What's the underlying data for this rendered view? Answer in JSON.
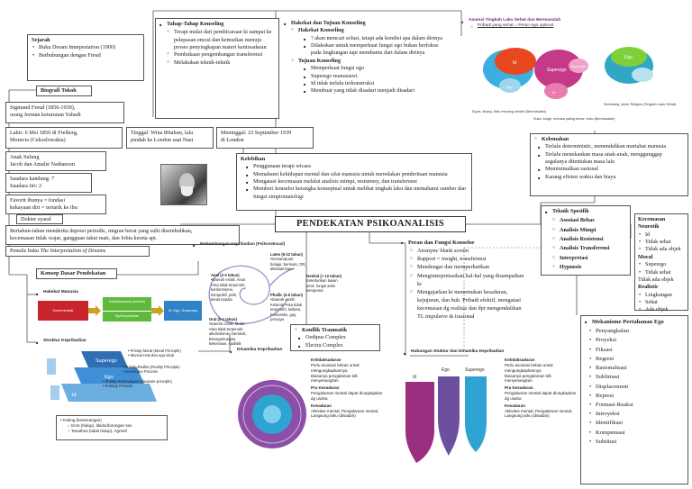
{
  "sejarah": {
    "title": "Sejarah",
    "items": [
      "Buku Dream Interpretation (1900)",
      "Berhubungan dengan Freud"
    ]
  },
  "biografi": {
    "title": "Biografi Tokoh"
  },
  "sigmund": {
    "line1": "Sigmund Freud (1856-1939),",
    "line2": "orang Jerman keturunan Yahudi"
  },
  "lahir": {
    "line1": "Lahir: 6 Mei 1856 di Freiberg,",
    "line2": "Moravia (Cekoslowakia)"
  },
  "tinggal": {
    "line1": "Tinggal: Wina 80tahun, lalu",
    "line2": "pindah ke London saat Nazi"
  },
  "meninggal": {
    "line1": "Meninggal: 23 September 1939",
    "line2": "di London"
  },
  "anak_sulung": {
    "line1": "Anak Sulung",
    "line2": "Jacob dan Amalie Nathanson"
  },
  "saudara": {
    "line1": "Saudara kandung: 7",
    "line2": "Saudara tiri: 2"
  },
  "favorit": {
    "line1": "Favorit ibunya = fondasi",
    "line2": "kekayaan diri = tertarik ke ibu"
  },
  "dokter": "Dokter syaraf",
  "bertahun": {
    "line1": "Bertahun-tahun menderita depresi periodic, migran berat yang sulit disembuhkan,",
    "line2": "kecemasan tidak wajar, gangguan takut mati, dan fobia kereta api."
  },
  "penulis": {
    "prefix": "Penulis buku ",
    "book": "The Interpretation of Dreams"
  },
  "tahap": {
    "title": "Tahap-Tahap Konseling",
    "items": [
      "Terapi mulai dari pembicaraan ki sampai ke pelepasan emosi dan kemudian menuju proses penyingkapan materi kenirsadaran",
      "Pembukaan pengembangan transferensi",
      "Melakukan teknik-teknik"
    ]
  },
  "hakekat": {
    "title": "Hakekat dan Tujuan Konseling",
    "sub1": "Hakekat Konseling",
    "sub1_items": [
      "? akan  mencari solusi, tetapi ada kondisi apa dalam dirinya",
      "Dilakukan untuk memperkuat fungsi ego bukan berfokus pada lingkungan tapi membantu dari dalam dirinya"
    ],
    "sub2": "Tujuan Konseling",
    "sub2_items": [
      "Memperkuat fungsi ego",
      "Superego manusiawi",
      "Id tidak terlalu terkonstruksi",
      "Membuat yang tidak disadari menjadi disadari"
    ]
  },
  "asumsi": {
    "title": "Asumsi Tingkah Laku Sehat dan Bermasalah",
    "sub": "Pribadi yang sehat = Peran ego optimal",
    "labels": {
      "id": "Id",
      "superego": "Superego",
      "ego": "Ego",
      "ego_small": "Ego",
      "superego_small": "Super-ego",
      "id_small": "Id",
      "cap1": "Egois, Bossy, Mau menang sendiri (Bermasalah)",
      "cap2": "Suka Judge, merasa paling benar, kaku (Bermasalah)",
      "cap3": "Seimbang, Ideal, Religius (Tingkah Laku Sehat)"
    }
  },
  "kelemahan": {
    "title": "Kelemahan",
    "items": [
      "Terlalu deterministic, menendahkan martabat manusia",
      "Terlalu menekankan masa anak-anak, menggunggap segalanya ditentukan masa lalu",
      "Meminimalkan rasional",
      "Karang efisien waktu dan biaya"
    ]
  },
  "kelebihan": {
    "title": "Kelebihan",
    "items": [
      "Penggunaan terapi wicara",
      "Memahami kehidupan mental dan sifat manusia untuk meredakan penderitaan manusia",
      "Mengatasi kecemasan melalui analisis mimpi, resistensy, dan transferensi",
      "Memberi konselor kerangka konseptual untuk melihat tingkah laku dan memahami sumber dan  fungsi simptomatologi"
    ]
  },
  "center_title": "PENDEKATAN PSIKOANALISIS",
  "teknik": {
    "title": "Teknik Spesifik",
    "items": [
      "Asosiasi Bebas",
      "Analisis Mimpi",
      "Analisis Resistensi",
      "Analisis Transferensi",
      "Interpretasi",
      "Hypnosis"
    ]
  },
  "kecemasan": {
    "title": "Kecemasan",
    "g1": "Neurotik",
    "g1_items": [
      "Id",
      "Tidak sehat",
      "Tidak ada objek"
    ],
    "g2": "Moral",
    "g2_items": [
      "Superego",
      "Tidak sehat"
    ],
    "g2_extra": "Tidak ada objek",
    "g3": "Realistic",
    "g3_items": [
      "Lingkungan",
      "Sehat",
      "Ada objek"
    ]
  },
  "mekanisme": {
    "title": "Mekanisme Pertahanan Ego",
    "items": [
      "Penyangkalan",
      "Proyeksi",
      "Fiksasi",
      "Regresi",
      "Rasionalisasi",
      "Sublimasi",
      "Displacement",
      "Represi",
      "Formasi-Reaksi",
      "Introyeksi",
      "Identifikasi",
      "Kompensasi",
      "Subtitusi"
    ]
  },
  "peran": {
    "title": "Peran dan Fungsi Konselor",
    "items": [
      "Anonym/ blank screen",
      "Rapport = insight, transferensi",
      "Mendengar dan memperhatikan",
      "Menginterpretasikan hal-hal yang disampaikan ki",
      "Mengajarkan ki menemukan kesadaran, kejujuran, dan hub. Pribadi efektif, mengatasi kecemasan dg realitas dan dpt mengendalikan TL impulsive & irasional"
    ]
  },
  "konflik": {
    "title": "Konflik Traumatik",
    "items": [
      "Oedipus Complex",
      "Electra Complex"
    ]
  },
  "perkembangan": {
    "title": "Perkembangan Kepribadian (Psikoseksual)",
    "oral": {
      "title": "Oral (0-1 tahun)",
      "text": "•Daerah erotik: Mulut •Aka tidak terpenuhi: alkoholisme, merokok, ketergantungan, kekerasan, sadistik"
    },
    "anal": {
      "title": "Anal (2-3 tahun)",
      "text": "•Daerah erotik: Anus •Aka tidak terpenuhi: konformisme, kompulsif, pelit, keras kepala"
    },
    "phallic": {
      "title": "Phallic (4-5 tahun)",
      "text": "•Daerah erotik: Kelamin •Aka tidak terpenuhi: lesbian, homoseks, gay, percaya"
    },
    "laten": {
      "title": "Laten (5-12 tahun)",
      "text": "•Kemampuan: belajar, bermain, OR, aktivitas baru"
    },
    "genital": {
      "title": "Genital (> 12 tahun)",
      "text": "Ketertarikan lawan jenis, fungsi seks sempurna"
    }
  },
  "konsep": {
    "title": "Konsep Dasar Pendekatan"
  },
  "hakekat_manusia": {
    "title": "Hakekat Manusia",
    "red": "Deterministik",
    "green_top": "Ketidaksadaran (Instinct)",
    "green_bottom": "Ego/Kepribadian",
    "blue": "Id, Ego, Superego"
  },
  "struktur": {
    "title": "Struktur Kepribadian",
    "superego": "Superego",
    "ego": "Ego",
    "id": "Id",
    "superego_desc": [
      "Prinsip Moral (Moral Principle)",
      "Muncul Hati dan ego ideal"
    ],
    "ego_desc": [
      "Prinsip Realita (Reality Principle)",
      "Secondary Process"
    ],
    "id_desc": [
      "Prinsip Kesenangan (pleasure principle)",
      "Primary Process"
    ],
    "insting": "Insting (kesenangan)",
    "eros": "Eros (hidup), libido/dorongan sex",
    "thanatos": "Tanathos (tidak hidup), Agresif"
  },
  "dinamika": {
    "title": "Dinamika Kepribadian",
    "ketidaksadaran": "Ketidaksadaran",
    "kt1": "Perlu asosiasi bebas untuk mengungkapkannya",
    "kt2": "Biasanya pengalaman tdk menyenangkan",
    "prakesadaran": "Pra Kesadaran",
    "pk1": "Pengalaman mental dapat diungkapkan dg usaha",
    "kesadaran": "Kesadaran",
    "ks1": "Aktivitas mental, Pengalaman mental, Langsung tahu (disadari)"
  },
  "hubungan": {
    "title": "Hubungan Stuktur dan Dinamika Kepribadian",
    "ego": "Ego",
    "superego": "Superego",
    "id": "Id"
  }
}
